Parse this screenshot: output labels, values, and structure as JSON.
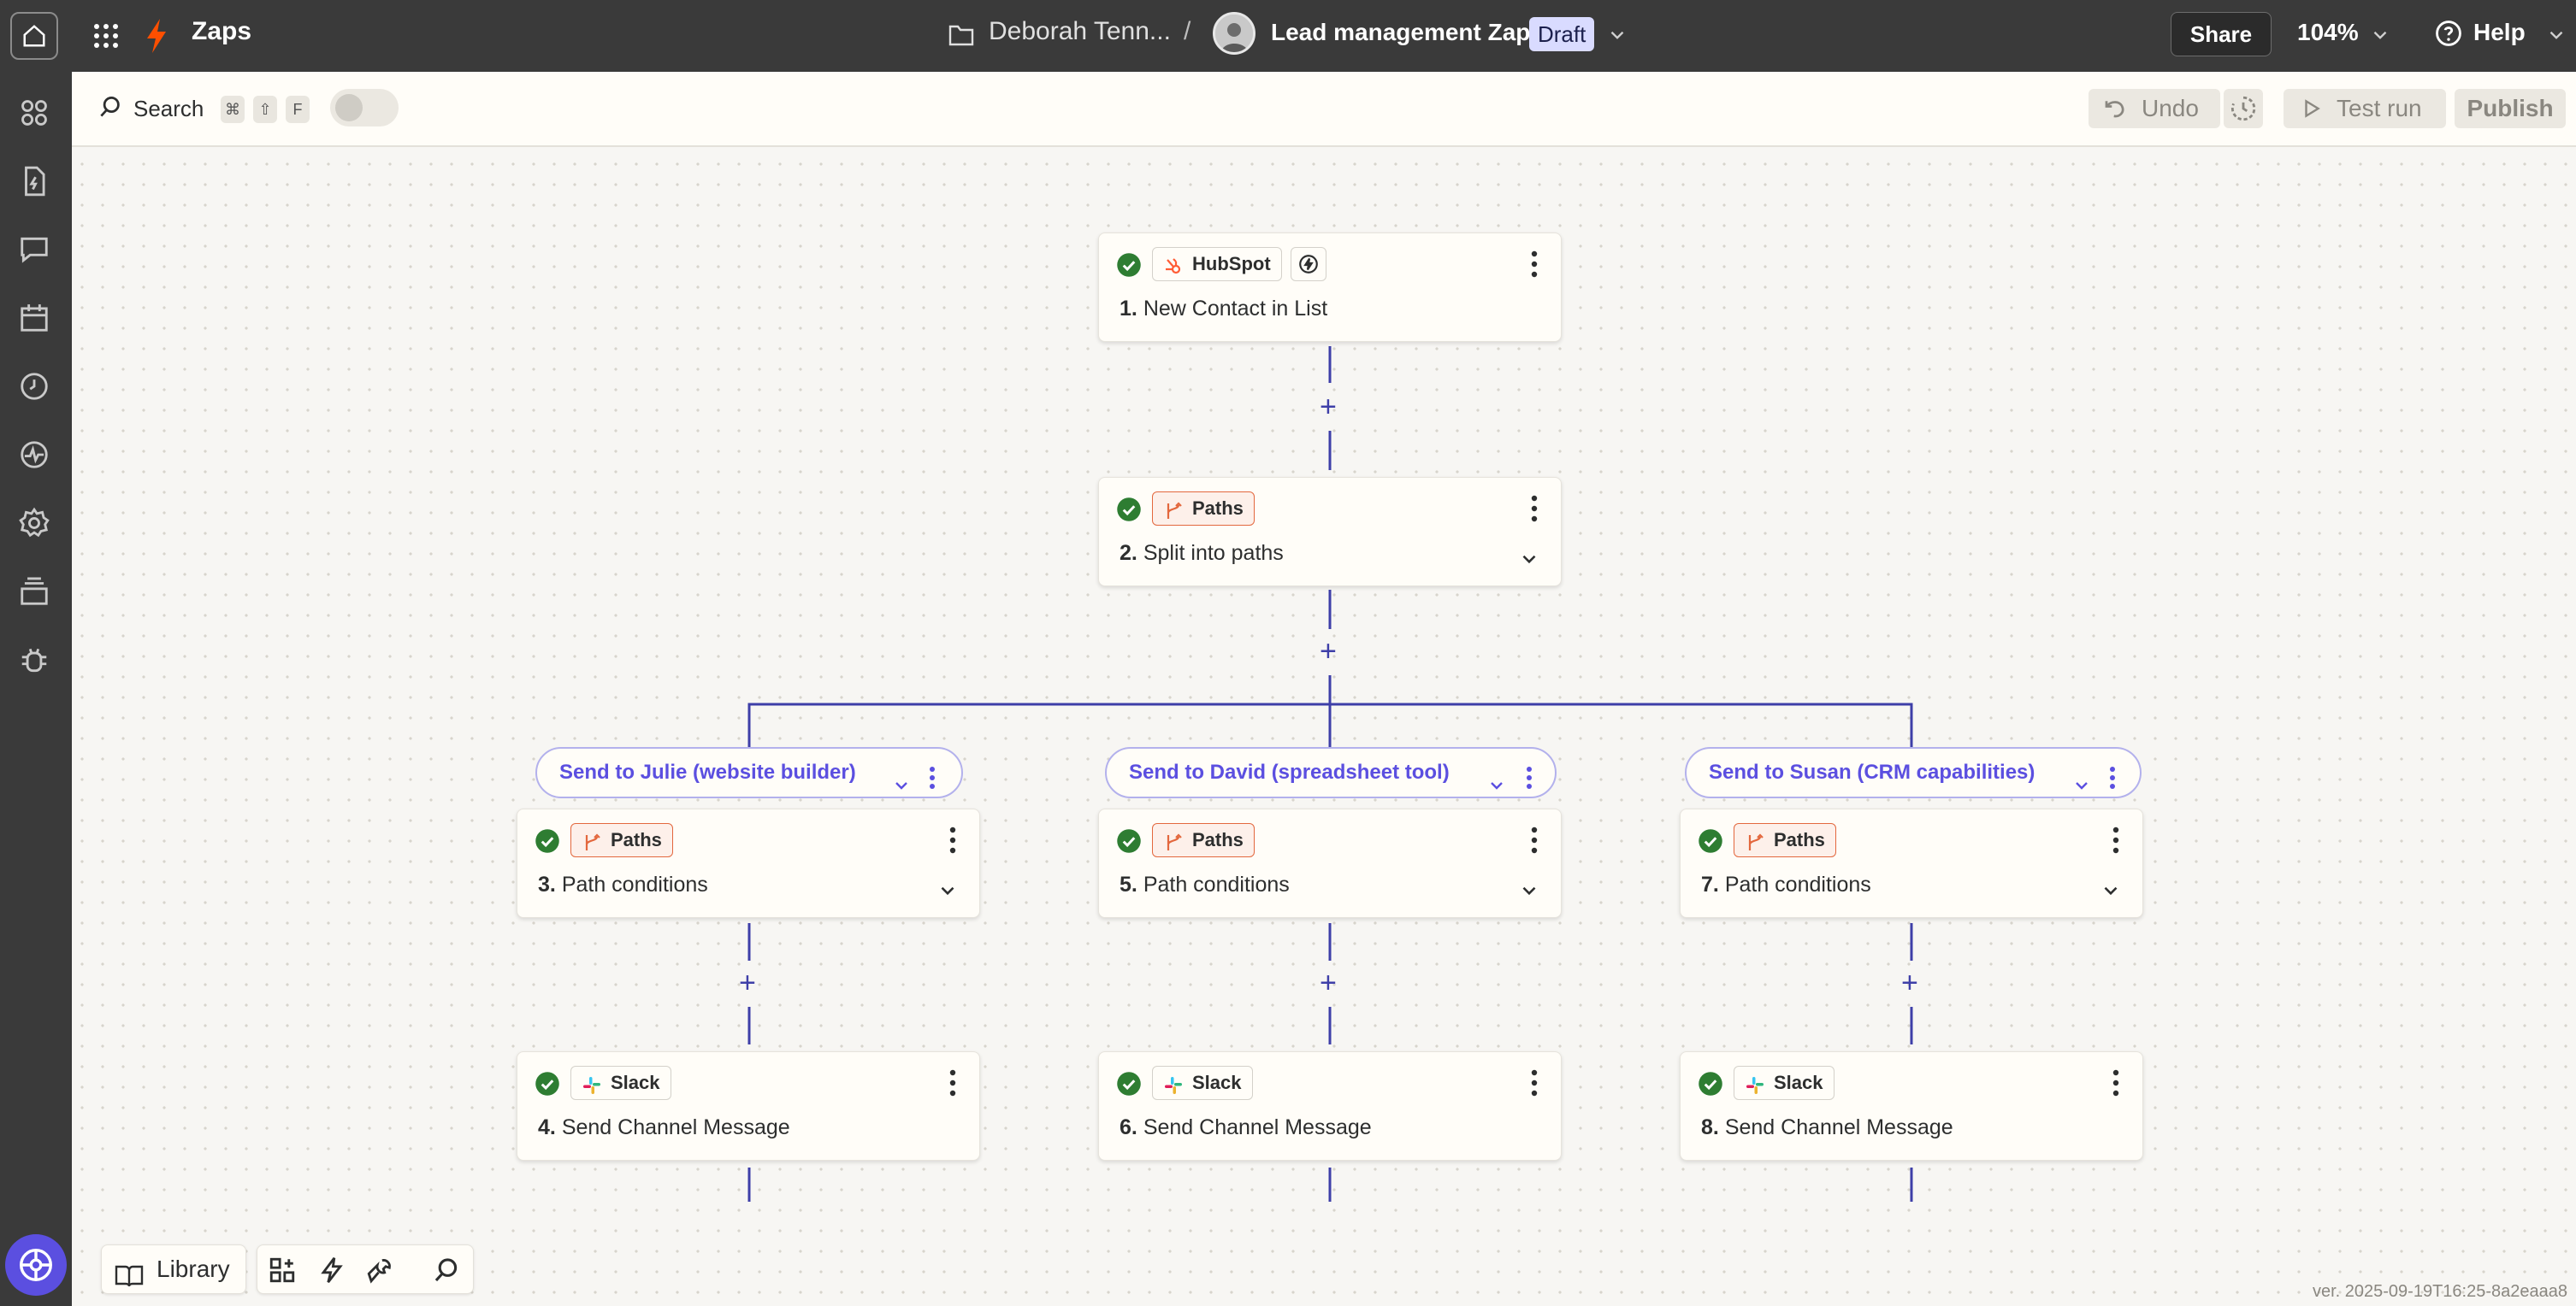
{
  "topbar": {
    "app_title": "Zaps",
    "owner": "Deborah Tenn...",
    "separator": "/",
    "zap_name": "Lead management Zap",
    "status_badge": "Draft",
    "share_label": "Share",
    "zoom_level": "104%",
    "help_label": "Help"
  },
  "toolbar": {
    "search_label": "Search",
    "shortcut_keys": [
      "⌘",
      "⇧",
      "F"
    ],
    "undo_label": "Undo",
    "test_run_label": "Test run",
    "publish_label": "Publish"
  },
  "sidebar": {
    "icons": [
      "apps-icon",
      "zap-file-icon",
      "chat-icon",
      "calendar-icon",
      "history-icon",
      "activity-icon",
      "settings-icon",
      "layers-icon",
      "bug-icon"
    ]
  },
  "steps": [
    {
      "number": "1.",
      "title": "New Contact in List",
      "app": "HubSpot",
      "app_icon": "hubspot-icon",
      "has_trigger_badge": true,
      "has_chevron": false
    },
    {
      "number": "2.",
      "title": "Split into paths",
      "app": "Paths",
      "app_icon": "paths-icon",
      "has_trigger_badge": false,
      "has_chevron": true
    },
    {
      "number": "3.",
      "title": "Path conditions",
      "app": "Paths",
      "app_icon": "paths-icon",
      "has_trigger_badge": false,
      "has_chevron": true
    },
    {
      "number": "4.",
      "title": "Send Channel Message",
      "app": "Slack",
      "app_icon": "slack-icon",
      "has_trigger_badge": false,
      "has_chevron": false
    },
    {
      "number": "5.",
      "title": "Path conditions",
      "app": "Paths",
      "app_icon": "paths-icon",
      "has_trigger_badge": false,
      "has_chevron": true
    },
    {
      "number": "6.",
      "title": "Send Channel Message",
      "app": "Slack",
      "app_icon": "slack-icon",
      "has_trigger_badge": false,
      "has_chevron": false
    },
    {
      "number": "7.",
      "title": "Path conditions",
      "app": "Paths",
      "app_icon": "paths-icon",
      "has_trigger_badge": false,
      "has_chevron": true
    },
    {
      "number": "8.",
      "title": "Send Channel Message",
      "app": "Slack",
      "app_icon": "slack-icon",
      "has_trigger_badge": false,
      "has_chevron": false
    }
  ],
  "branches": [
    {
      "label": "Send to Julie (website builder)"
    },
    {
      "label": "Send to David (spreadsheet tool)"
    },
    {
      "label": "Send to Susan (CRM capabilities)"
    }
  ],
  "bottom": {
    "library_label": "Library"
  },
  "version": "ver. 2025-09-19T16:25-8a2eaaa8",
  "colors": {
    "accent": "#5b4fe0",
    "connector": "#3e3fa8",
    "success": "#2e7d32",
    "paths": "#e3683e",
    "topbar": "#3a3a3a",
    "canvas": "#f7f6f3"
  }
}
